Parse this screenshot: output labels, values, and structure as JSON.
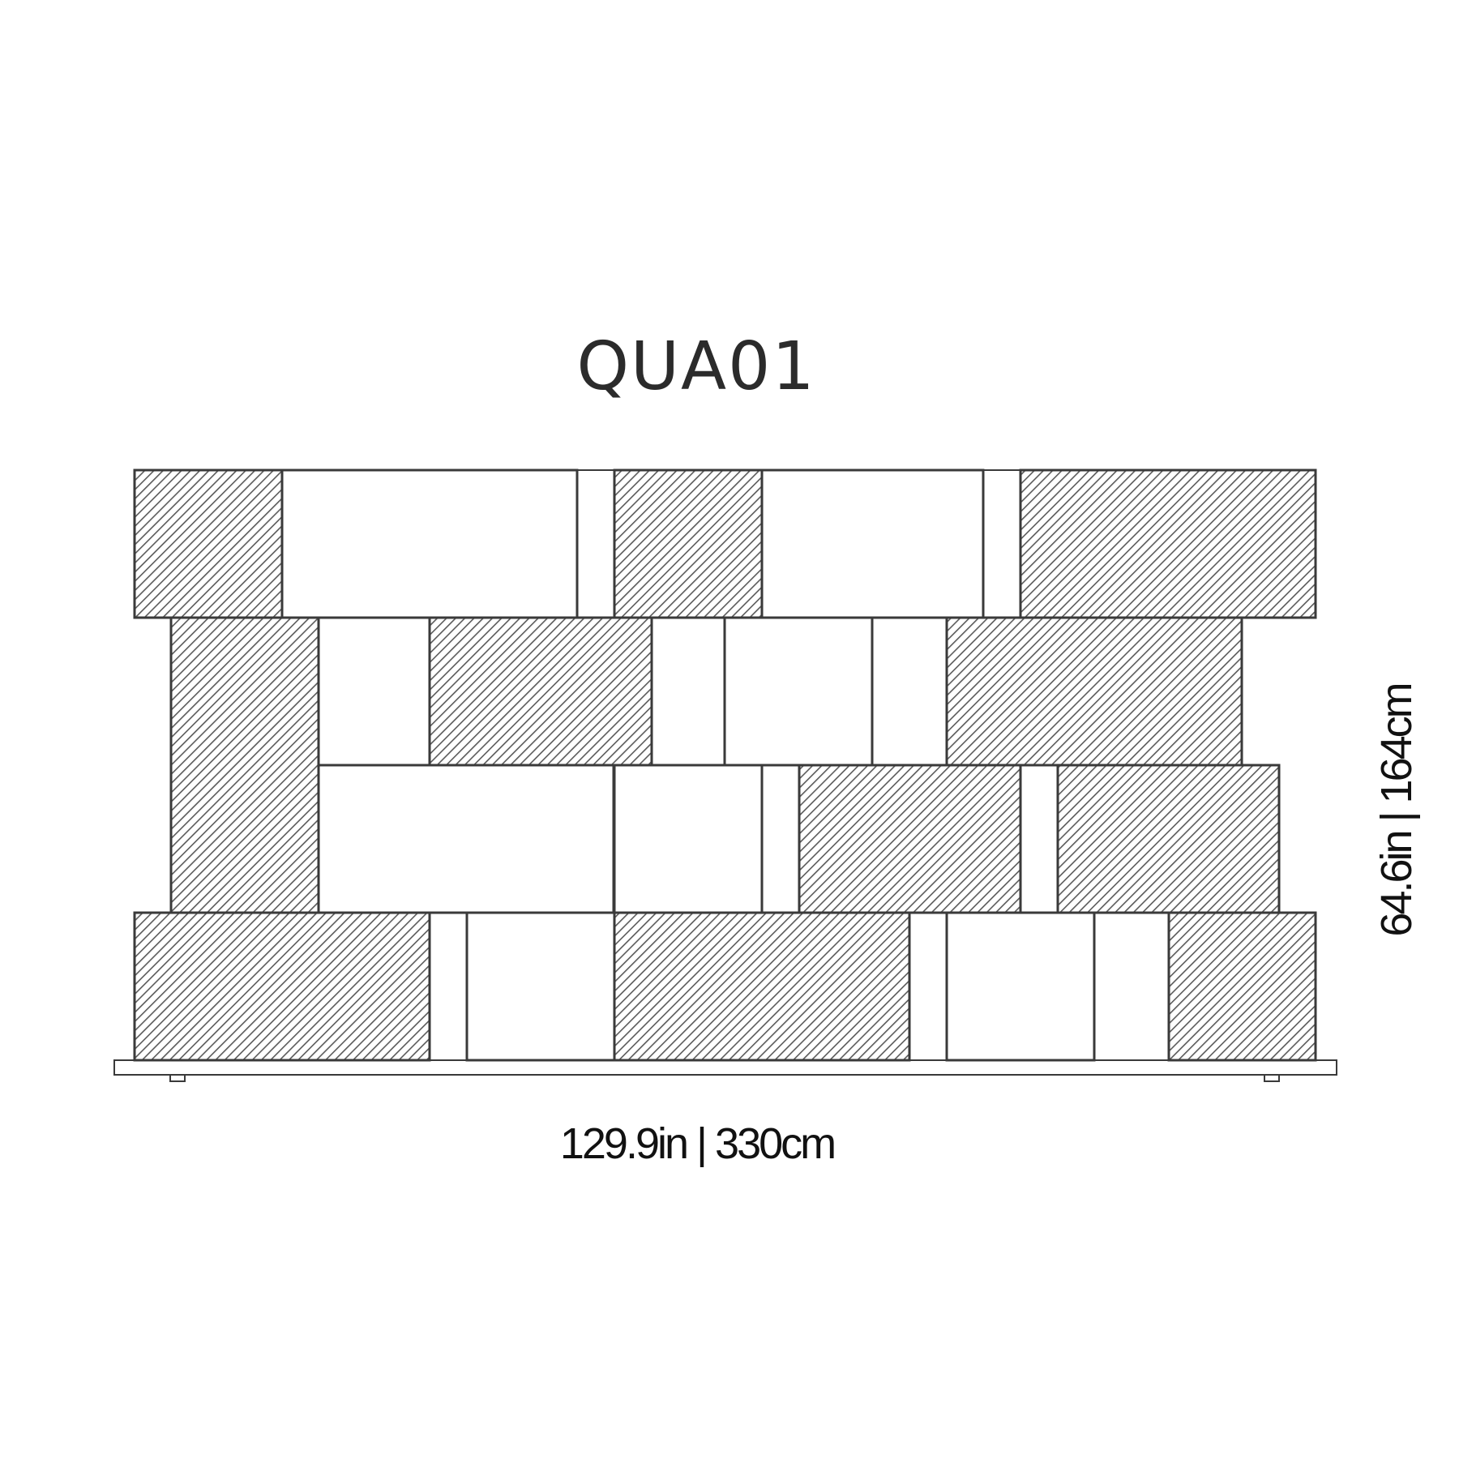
{
  "model_name": "QUA01",
  "width_dimension": "129.9in | 330cm",
  "height_dimension": "64.6in | 164cm",
  "colors": {
    "stroke": "#3a3a3a",
    "hatch": "#555555",
    "background": "#ffffff"
  }
}
